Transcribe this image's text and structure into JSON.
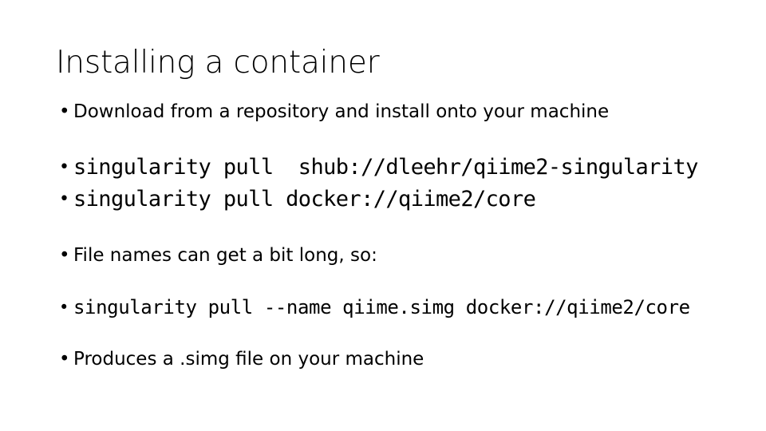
{
  "slide": {
    "title": "Installing a container",
    "background_color": "#ffffff",
    "text_color": "#000000",
    "bullet_glyph": "•",
    "blocks": [
      {
        "id": "intro",
        "style": "prose",
        "text": "Download from a repository and install onto your machine"
      },
      {
        "id": "command-shub",
        "style": "code",
        "text": "singularity pull  shub://dleehr/qiime2-singularity"
      },
      {
        "id": "command-docker",
        "style": "code",
        "text": "singularity pull docker://qiime2/core"
      },
      {
        "id": "filenames-note",
        "style": "prose",
        "text": "File names can get a bit long, so:"
      },
      {
        "id": "command-name-flag",
        "style": "code-small",
        "text": "singularity pull --name qiime.simg docker://qiime2/core"
      },
      {
        "id": "produces-note",
        "style": "prose",
        "text": "Produces a .simg file on your machine"
      }
    ]
  }
}
